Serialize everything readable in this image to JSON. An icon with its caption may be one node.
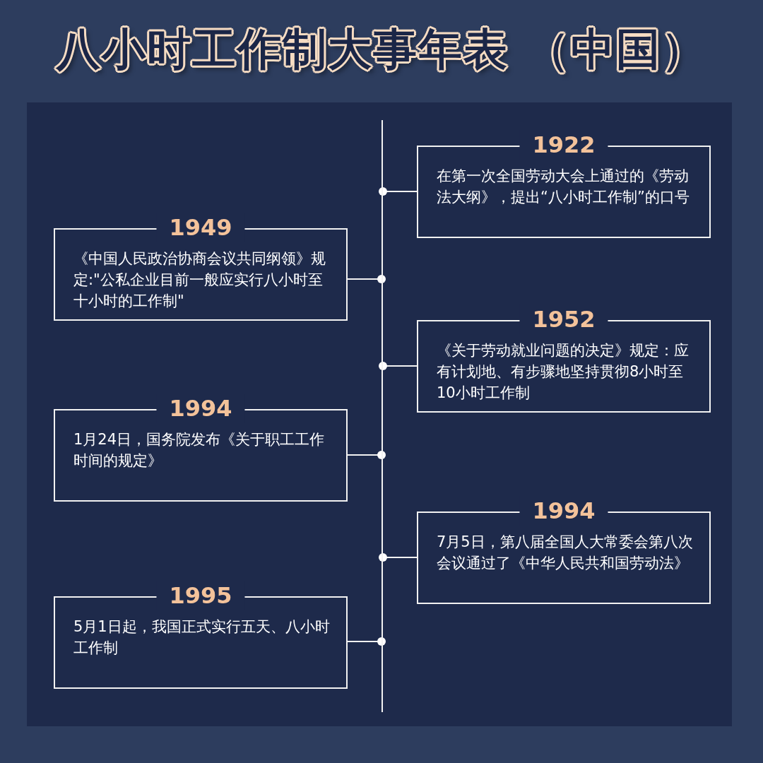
{
  "diagram": {
    "title": "八小时工作制大事年表 （中国）",
    "nodes": [
      {
        "text": [
          "1922",
          "在第一次全国劳动大会上通过的《劳动法大纲》，提出“八小时工作制”的口号"
        ]
      },
      {
        "text": [
          "1949",
          "《中国人民政治协商会议共同纲领》规定:\"公私企业目前一般应实行八小时至十小时的工作制\""
        ]
      },
      {
        "text": [
          "1952",
          "《关于劳动就业问题的决定》规定：应有计划地、有步骤地坚持贯彻8小时至10小时工作制"
        ]
      },
      {
        "text": [
          "1994",
          "1月24日，国务院发布《关于职工工作时间的规定》"
        ]
      },
      {
        "text": [
          "1994",
          "7月5日，第八届全国人大常委会第八次会议通过了《中华人民共和国劳动法》"
        ]
      },
      {
        "text": [
          "1995",
          "5月1日起，我国正式实行五天、八小时工作制"
        ]
      },
      {
        "text": [],
        "shape": "bar"
      }
    ],
    "edges": [
      {
        "from": 0,
        "to": 6,
        "arrow": "other"
      },
      {
        "from": 1,
        "to": 6,
        "arrow": "other"
      },
      {
        "from": 2,
        "to": 6,
        "arrow": "other"
      },
      {
        "from": 3,
        "to": 6,
        "arrow": "other"
      },
      {
        "from": 4,
        "to": 6,
        "arrow": "other"
      },
      {
        "from": 5,
        "to": 6,
        "arrow": "other"
      }
    ]
  }
}
